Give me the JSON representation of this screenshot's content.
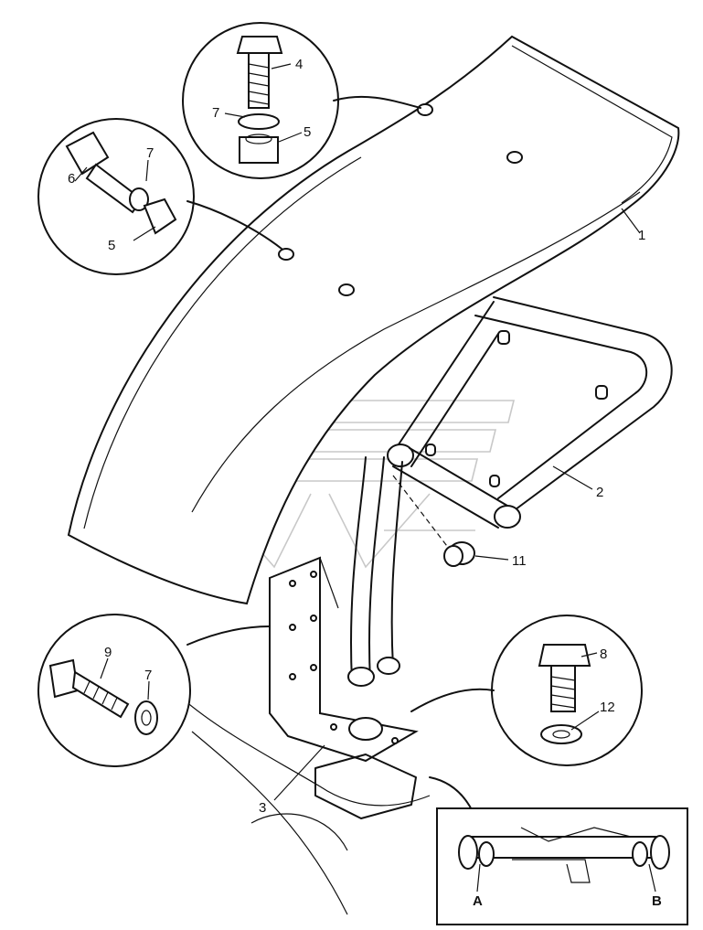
{
  "callouts": {
    "fender": "1",
    "bracket_tube": "2",
    "mount_plate": "3",
    "bolt_top": "4",
    "nut_top": "5",
    "washer_top": "7",
    "bolt_left": "6",
    "washer_left": "7",
    "nut_left": "5",
    "bolt_lower_left": "9",
    "washer_lower_left": "7",
    "bolt_lower_right": "8",
    "washer_lower_right": "12",
    "plug": "11"
  },
  "inset": {
    "label_a": "A",
    "label_b": "B"
  }
}
